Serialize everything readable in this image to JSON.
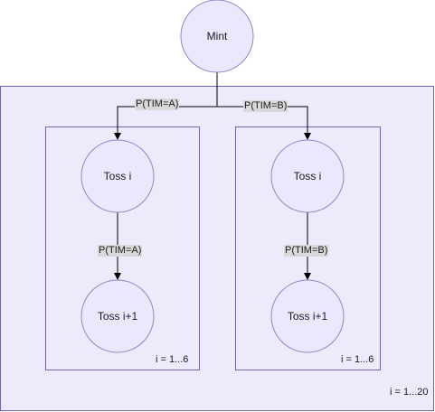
{
  "nodes": {
    "mint": "Mint",
    "left_toss_i": "Toss i",
    "left_toss_i1": "Toss i+1",
    "right_toss_i": "Toss i",
    "right_toss_i1": "Toss i+1"
  },
  "edges": {
    "mint_left": "P(TIM=A)",
    "mint_right": "P(TIM=B)",
    "left_inner": "P(TIM=A)",
    "right_inner": "P(TIM=B)"
  },
  "plates": {
    "outer": "i = 1...20",
    "left": "i = 1...6",
    "right": "i = 1...6"
  },
  "colors": {
    "node_fill": "#eae8fc",
    "node_stroke": "#8d86c9",
    "plate_fill": "#edebfb",
    "plate_stroke": "#6c66b0",
    "edge": "#000000",
    "label_bg": "#d9d9d9"
  }
}
